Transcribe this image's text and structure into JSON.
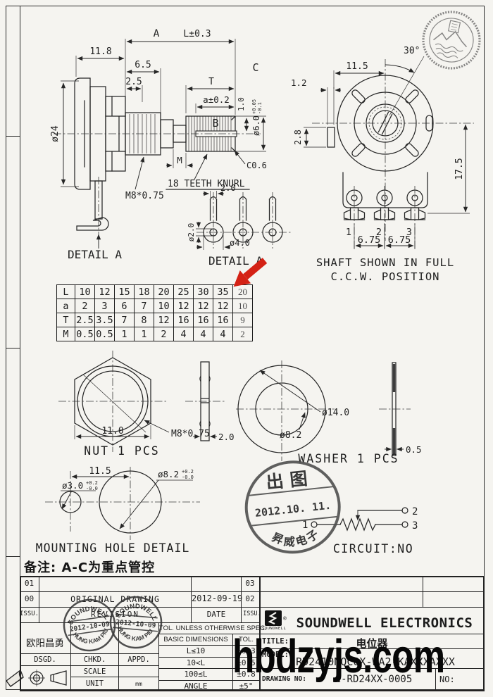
{
  "page": {
    "watermark": "hbdzyjs.com"
  },
  "side_view": {
    "dim_11_8": "11.8",
    "zone_a": "A",
    "dim_l": "L±0.3",
    "dim_6_5": "6.5",
    "dim_2_5": "2.5",
    "dim_t": "T",
    "dim_a": "a±0.2",
    "zone_b": "B",
    "zone_c": "C",
    "dia_shaft": "ø6.0",
    "dia_shaft_sup": "+0.05",
    "dia_shaft_sub": "-0.1",
    "dim_1_0": "1.0",
    "dia_body": "ø24",
    "dim_m": "M",
    "thread": "M8*0.75",
    "chamfer": "C0.6",
    "knurl": "18 TEETH KNURL",
    "detail_a": "DETAIL A"
  },
  "terminal_detail": {
    "dim_2_0": "2.0",
    "dia_2_0": "ø2.0",
    "dia_4_0": "ø4.0",
    "label": "DETAIL A"
  },
  "front_view": {
    "dim_11_5": "11.5",
    "angle": "30°",
    "dim_1_2": "1.2",
    "dim_2_8": "2.8",
    "dim_17_5": "17.5",
    "pin1": "1",
    "pin2": "2",
    "pin3": "3",
    "pitch_left": "6.75",
    "pitch_right": "6.75",
    "caption_line1": "SHAFT SHOWN IN FULL",
    "caption_line2": "C.C.W. POSITION"
  },
  "size_table": {
    "rows": [
      {
        "header": "L",
        "values": [
          "10",
          "12",
          "15",
          "18",
          "20",
          "25",
          "30",
          "35"
        ],
        "selected": "20"
      },
      {
        "header": "a",
        "values": [
          "2",
          "3",
          "6",
          "7",
          "10",
          "12",
          "12",
          "12"
        ],
        "selected": "10"
      },
      {
        "header": "T",
        "values": [
          "2.5",
          "3.5",
          "7",
          "8",
          "12",
          "16",
          "16",
          "16"
        ],
        "selected": "9"
      },
      {
        "header": "M",
        "values": [
          "0.5",
          "0.5",
          "1",
          "1",
          "2",
          "4",
          "4",
          "4"
        ],
        "selected": "2"
      }
    ]
  },
  "nut": {
    "dim_11_0": "11.0",
    "thread": "M8*0.75",
    "dim_2_0": "2.0",
    "caption": "NUT 1 PCS"
  },
  "washer": {
    "dia_outer": "ø14.0",
    "dia_inner": "ø8.2",
    "dim_0_5": "0.5",
    "caption": "WASHER 1 PCS"
  },
  "mounting_hole": {
    "dim_11_5": "11.5",
    "dia_small": "ø3.0",
    "dia_small_sup": "+0.2",
    "dia_small_sub": "-0.0",
    "dia_large": "ø8.2",
    "dia_large_sup": "+0.2",
    "dia_large_sub": "-0.0",
    "caption": "MOUNTING HOLE DETAIL"
  },
  "release_stamp": {
    "top": "出图",
    "date": "2012.10. 11.",
    "bottom": "昇威电子"
  },
  "circuit": {
    "pin1": "1",
    "pin2": "2",
    "pin3": "3",
    "caption": "CIRCUIT:NO"
  },
  "note": {
    "text": "备注: A-C为重点管控"
  },
  "title_block": {
    "rev_rows": [
      {
        "issu": "01",
        "desc": "",
        "date": ""
      },
      {
        "issu": "00",
        "desc": "ORIGINAL  DRAWING",
        "date": "2012-09-19"
      }
    ],
    "rev_header": {
      "issu": "ISSU.",
      "desc": "REVISION",
      "date": "DATE"
    },
    "rev_right": {
      "r1": "03",
      "r2": "02",
      "header": ".ISSU."
    },
    "designer": "欧阳昌勇",
    "dsgd": "DSGD.",
    "chkd": "CHKD.",
    "appd": "APPD.",
    "scale": "SCALE",
    "unit": "UNIT",
    "unit_value": "mm",
    "tol_header": "TOL. UNLESS OTHERWISE SPEC.",
    "tol_col_dim": "BASIC DIMENSIONS",
    "tol_col_tol": "TOL.",
    "tol_rows": [
      {
        "dim": "L≤10",
        "tol": "±0.3"
      },
      {
        "dim": "10<L",
        "tol": "±0.5"
      },
      {
        "dim": "100≤L",
        "tol": "±0.8"
      },
      {
        "dim": "ANGLE",
        "tol": "±5°"
      }
    ],
    "logo_text": "SOUNDWELL",
    "logo_reg": "®",
    "company": "SOUNDWELL ELECTRONICS",
    "title_label": "TITLE:",
    "title_value": "电位器",
    "model_label": "MODEL:",
    "model_value": "RD2410NQC0X-WA2-KAXXXAXXX",
    "dwg_label": "DRAWING NO:",
    "dwg_value": "C-RD24XX-0005",
    "no_label": "NO:"
  },
  "approval_stamp": {
    "top": "SOUNDWELL",
    "date": "2012-10-09",
    "bottom": "HUNG KAM PIU"
  }
}
